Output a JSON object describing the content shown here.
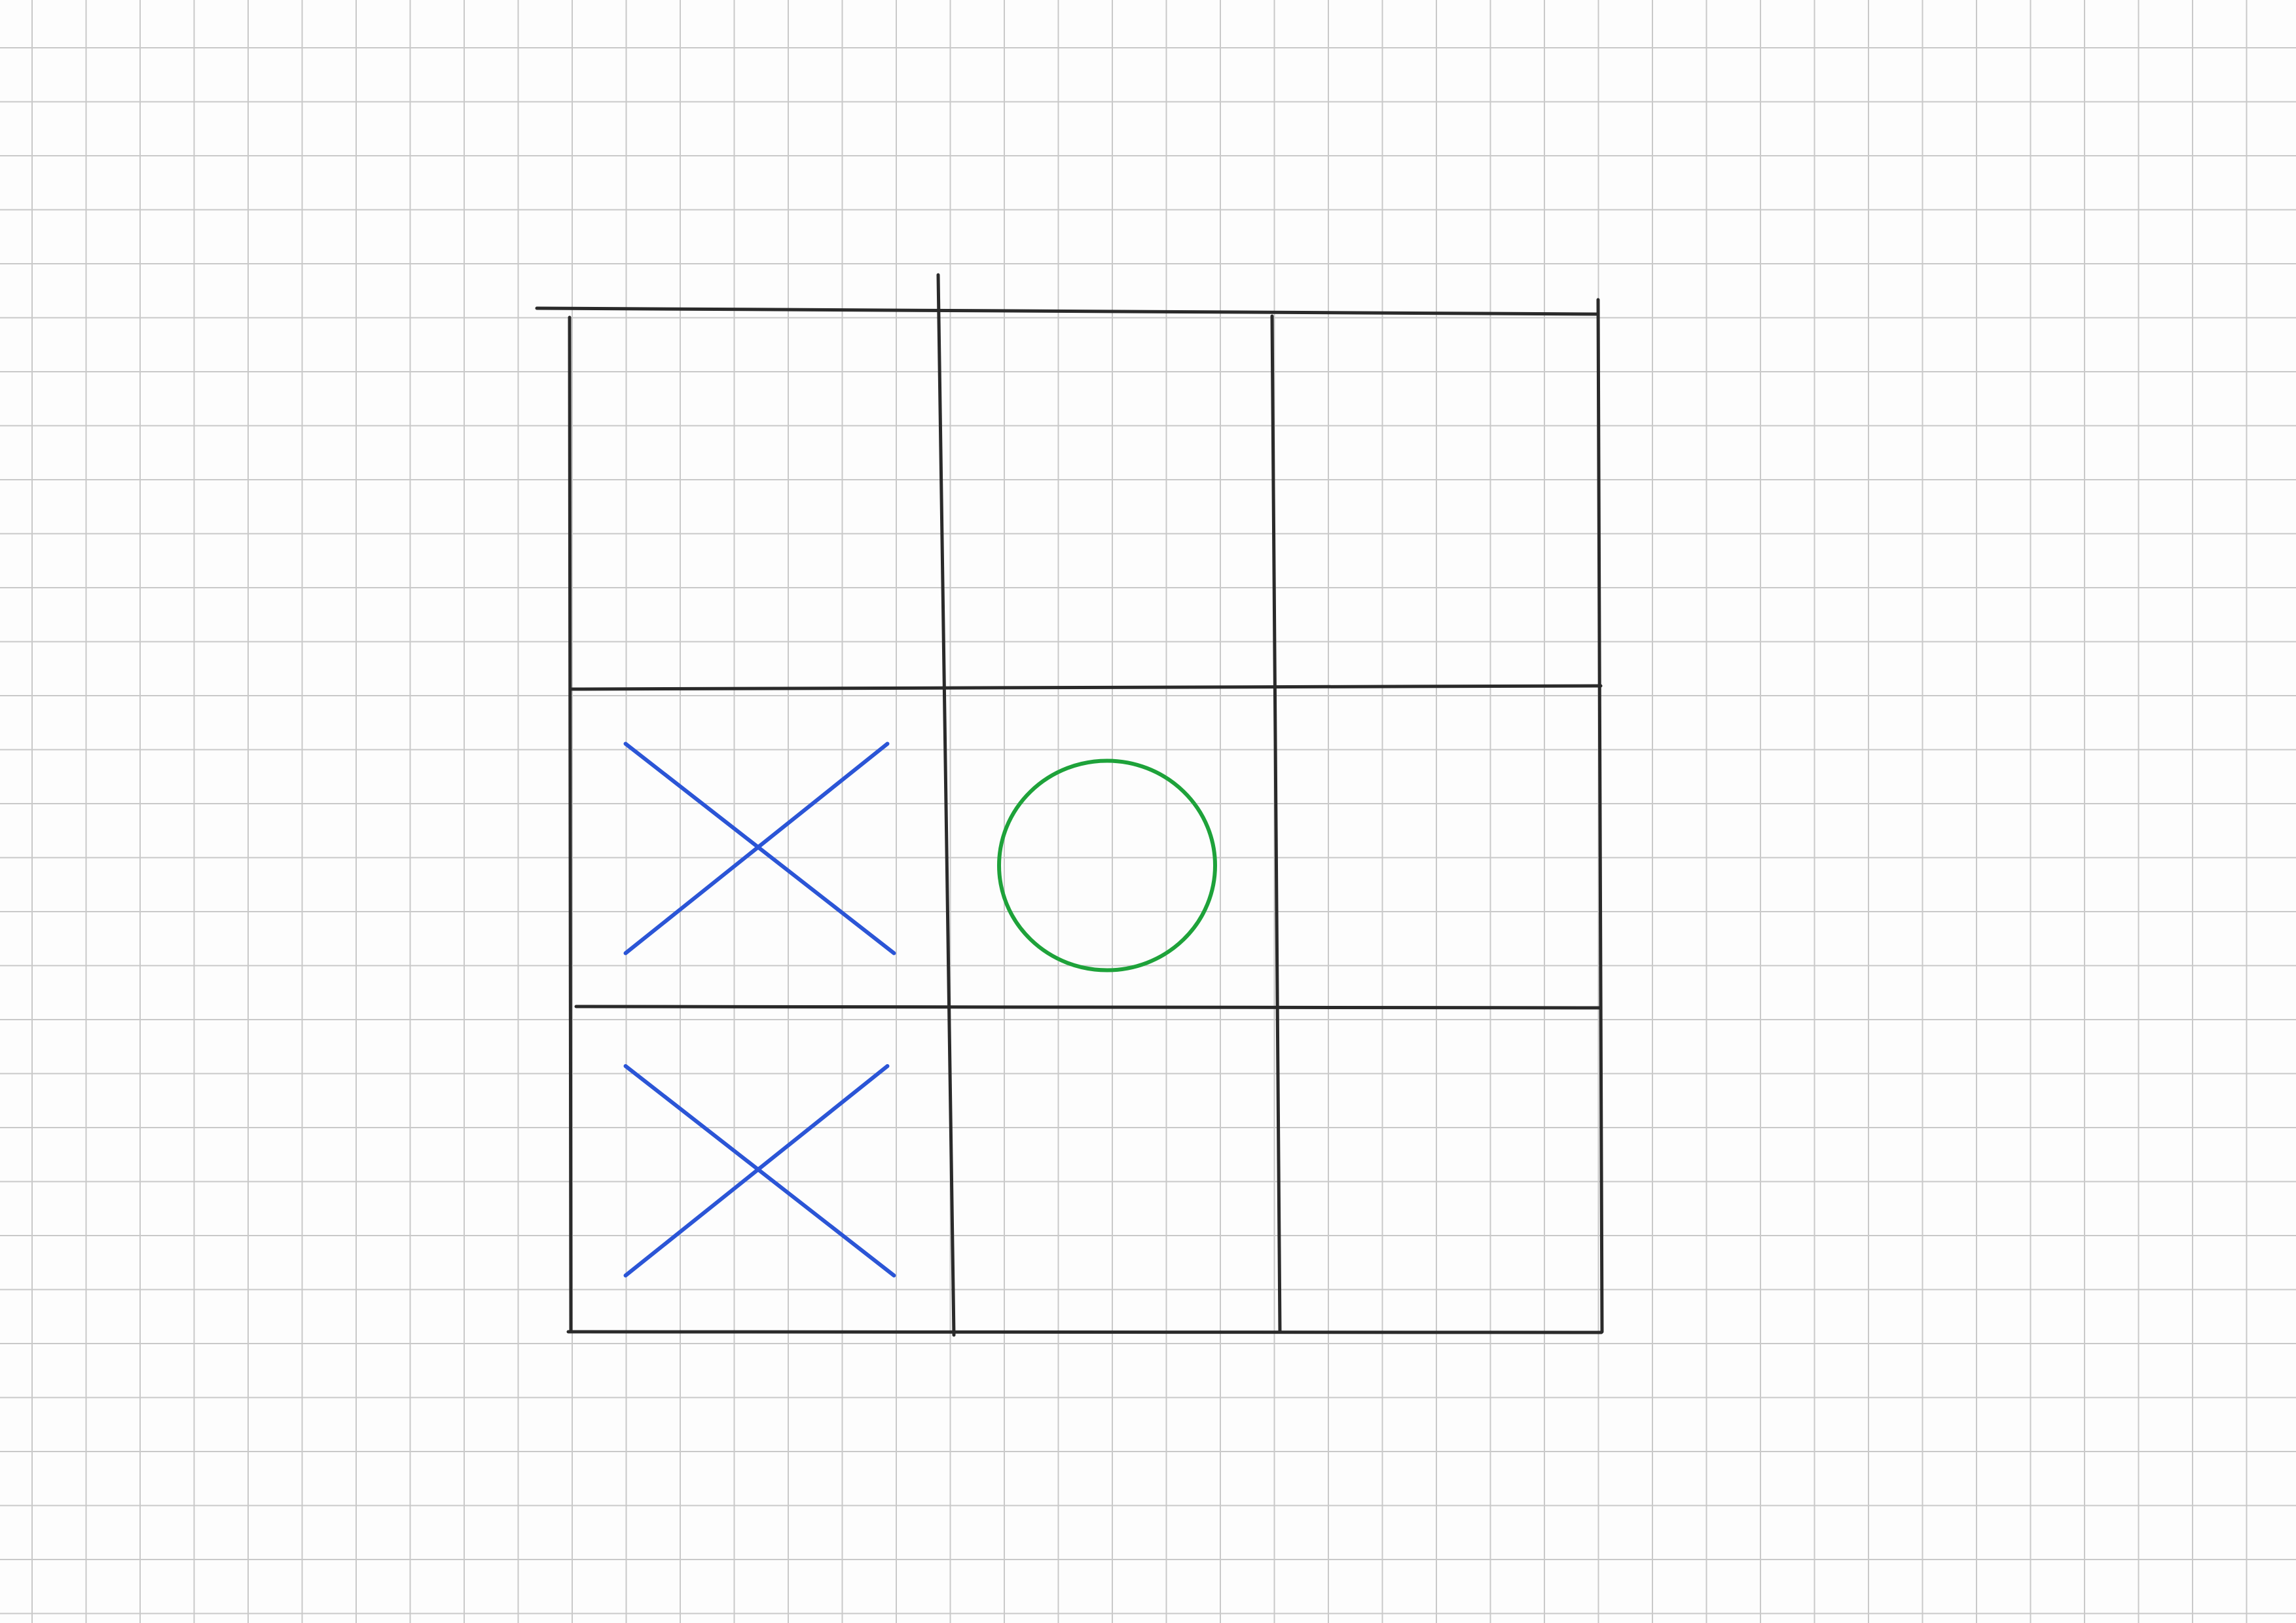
{
  "board": {
    "rows": 3,
    "cols": 3,
    "cells": [
      [
        "",
        "",
        ""
      ],
      [
        "X",
        "O",
        ""
      ],
      [
        "X",
        "",
        ""
      ]
    ]
  },
  "colors": {
    "grid_ink": "#2a2a2a",
    "x_mark": "#2b55d6",
    "o_mark": "#1ea23a",
    "paper_grid": "#c9c9c9"
  },
  "icons": {
    "x": "x-mark-icon",
    "o": "o-mark-icon"
  }
}
